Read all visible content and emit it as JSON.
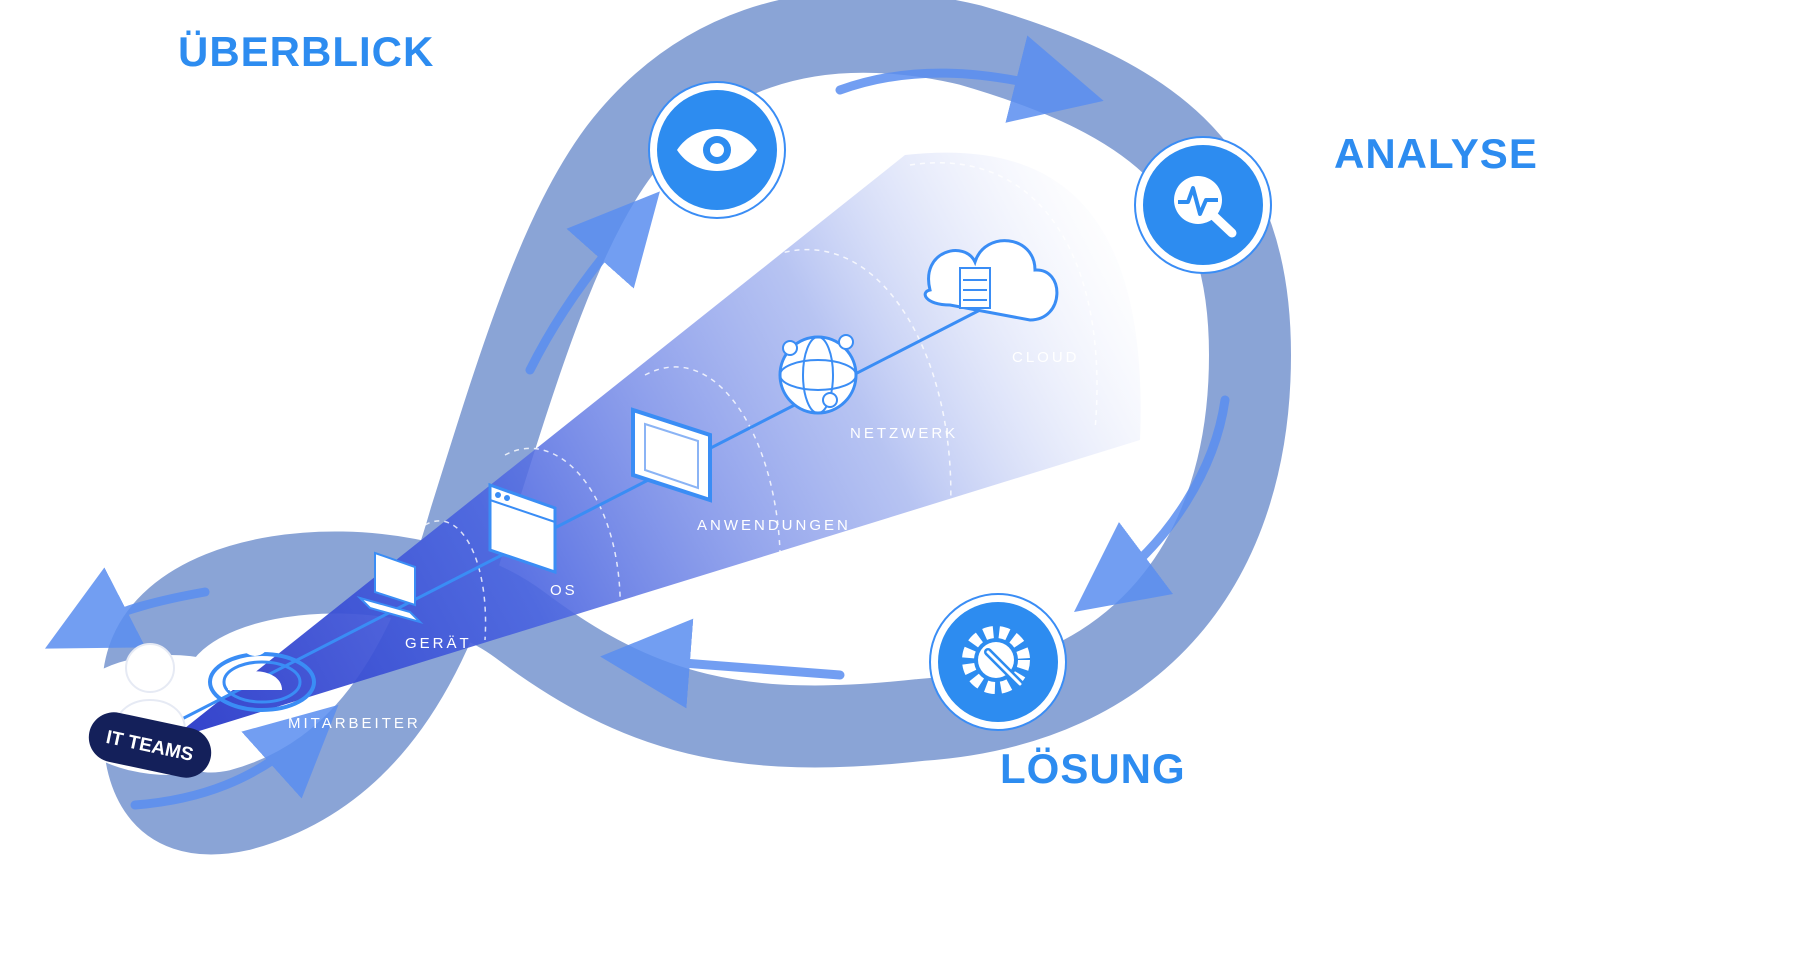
{
  "phases": {
    "overview": "ÜBERBLICK",
    "analysis": "ANALYSE",
    "solution": "LÖSUNG"
  },
  "layers": {
    "employee": "MITARBEITER",
    "device": "GERÄT",
    "os": "OS",
    "applications": "ANWENDUNGEN",
    "network": "NETZWERK",
    "cloud": "CLOUD"
  },
  "badge": "IT TEAMS",
  "icons": {
    "overview": "eye-icon",
    "analysis": "pulse-search-icon",
    "solution": "gear-wrench-icon"
  },
  "colors": {
    "accent": "#2d8cf0",
    "loop": "#8aa4d6",
    "beam": "#3f57d9",
    "badge": "#14205a"
  }
}
